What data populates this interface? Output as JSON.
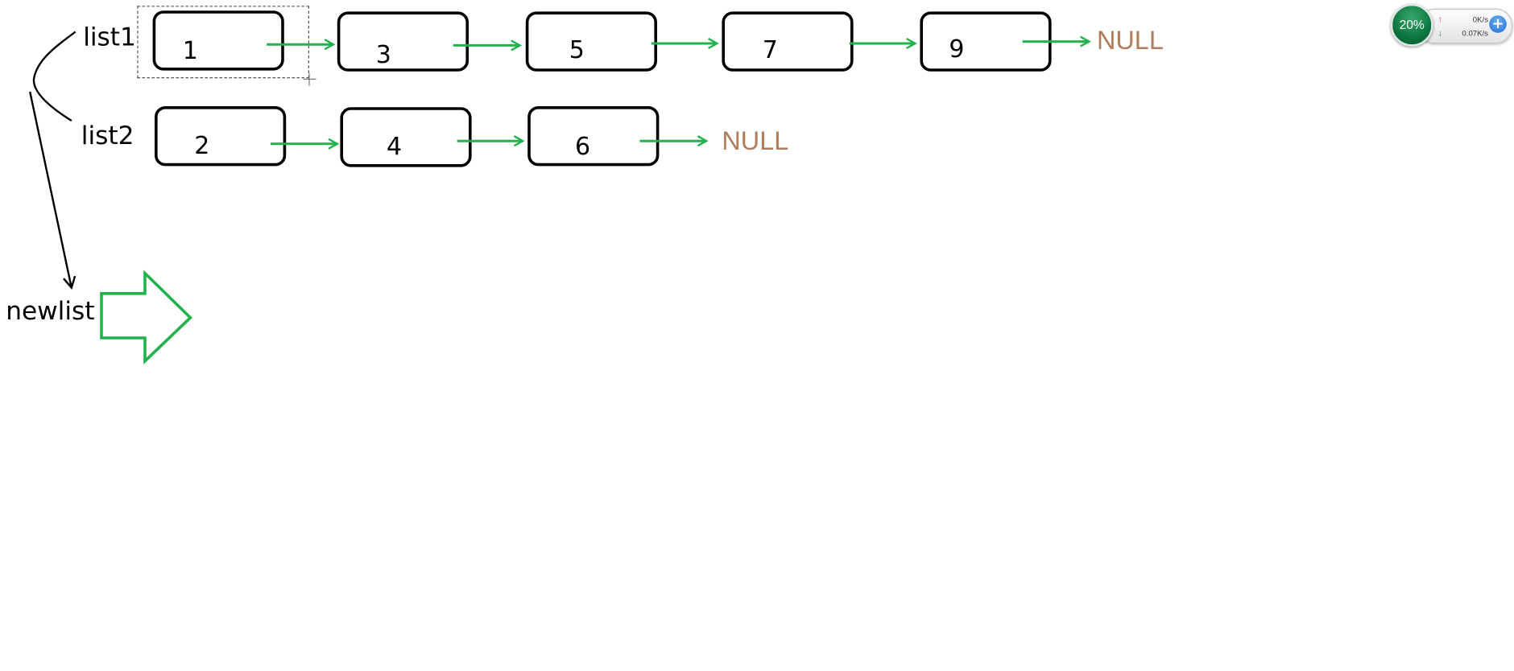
{
  "lists": [
    {
      "name": "list1",
      "nodes": [
        "1",
        "3",
        "5",
        "7",
        "9"
      ],
      "terminator": "NULL"
    },
    {
      "name": "list2",
      "nodes": [
        "2",
        "4",
        "6"
      ],
      "terminator": "NULL"
    }
  ],
  "result": {
    "name": "newlist"
  },
  "net_widget": {
    "percent": "20%",
    "upload": "0K/s",
    "download": "0.07K/s",
    "up_arrow_icon": "arrow-up-icon",
    "down_arrow_icon": "arrow-down-icon",
    "add_icon": "plus-icon"
  },
  "colors": {
    "arrow": "#22b24c",
    "null_text": "#b07c5c",
    "node_border": "#000000",
    "widget_green": "#0f7a44",
    "widget_plus": "#1f6fd1"
  }
}
